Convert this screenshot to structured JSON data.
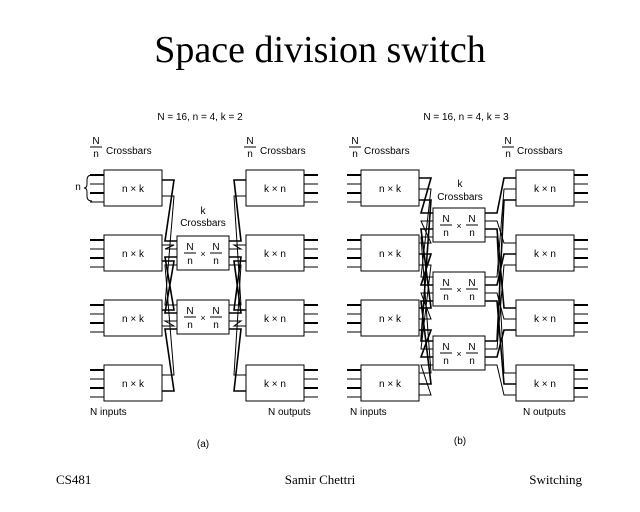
{
  "slide": {
    "title": "Space division switch",
    "footer": {
      "left": "CS481",
      "center": "Samir Chettri",
      "right": "Switching"
    }
  },
  "diagrams": [
    {
      "id": "a",
      "params": "N = 16, n = 4, k = 2",
      "caption": "(a)",
      "first_stage_label": "Crossbars",
      "last_stage_label": "Crossbars",
      "middle_label_top": "k",
      "middle_label_bottom": "Crossbars",
      "fraction_num": "N",
      "fraction_den": "n",
      "input_group_label": "n",
      "first_stage_box": "n × k",
      "last_stage_box": "k × n",
      "middle_box_sep": "×",
      "inputs_label": "N inputs",
      "outputs_label": "N outputs",
      "first_stage_count": 4,
      "middle_stage_count": 2,
      "last_stage_count": 4
    },
    {
      "id": "b",
      "params": "N = 16, n = 4, k = 3",
      "caption": "(b)",
      "first_stage_label": "Crossbars",
      "last_stage_label": "Crossbars",
      "middle_label_top": "k",
      "middle_label_bottom": "Crossbars",
      "fraction_num": "N",
      "fraction_den": "n",
      "first_stage_box": "n × k",
      "last_stage_box": "k × n",
      "middle_box_sep": "×",
      "inputs_label": "N inputs",
      "outputs_label": "N outputs",
      "first_stage_count": 4,
      "middle_stage_count": 3,
      "last_stage_count": 4
    }
  ]
}
